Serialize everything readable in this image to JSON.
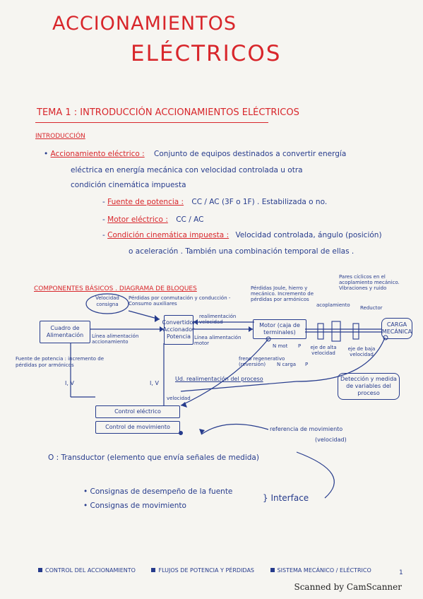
{
  "title": {
    "line1": "ACCIONAMIENTOS",
    "line2": "ELÉCTRICOS"
  },
  "tema": "TEMA 1 : INTRODUCCIÓN ACCIONAMIENTOS ELÉCTRICOS",
  "intro_heading": "INTRODUCCIÓN",
  "definition": {
    "term": "Accionamiento eléctrico :",
    "line1": "Conjunto de equipos destinados a convertir energía",
    "line2": "eléctrica en energía mecánica con velocidad controlada u otra",
    "line3": "condición cinemática impuesta"
  },
  "bullets": [
    {
      "term": "Fuente de potencia :",
      "text": "CC / AC (3F o 1F) . Estabilizada o no."
    },
    {
      "term": "Motor eléctrico :",
      "text": "CC / AC"
    },
    {
      "term": "Condición cinemática impuesta :",
      "text": "Velocidad controlada, ángulo (posición)"
    }
  ],
  "bullet3_cont": "o aceleración . También una combinación temporal de ellas .",
  "componentes_heading": "COMPONENTES BÁSICOS . DIAGRAMA DE BLOQUES",
  "diagram": {
    "velocidad_consigna": "Velocidad consigna",
    "perdidas_conmutacion": "Pérdidas por conmutación y conducción - Consumo auxiliares",
    "perdidas_motor": "Pérdidas Joule, hierro y mecánico. Incremento de pérdidas por armónicos",
    "pares_ciclicos": "Pares cíclicos en el acoplamiento mecánico. Vibraciones y ruido",
    "cuadro": "Cuadro de Alimentación",
    "conv_l1": "Convertidor",
    "conv_l2": "Accionador",
    "conv_l3": "Potencia",
    "realimentacion": "realimentación velocidad",
    "motor_box": "Motor (caja de terminales)",
    "acoplamiento": "acoplamiento",
    "reductor": "Reductor",
    "carga": "CARGA MECÁNICA",
    "linea_alim_conv": "Línea alimentación accionamiento",
    "linea_alim_motor": "Línea alimentación motor",
    "fuente_potencia_note": "Fuente de potencia : incremento de pérdidas por armónicos",
    "iv1": "I, V",
    "iv2": "I, V",
    "nmotor": "N mot",
    "p1": "P",
    "eje_alta": "eje de alta velocidad",
    "eje_baja": "eje de baja velocidad",
    "freno": "freno regenerativo (reversión)",
    "ncarga": "N carga",
    "p2": "P",
    "realim_proceso": "Ud. realimentación del proceso",
    "deteccion": "Detección y medida de variables del proceso",
    "velocidad": "velocidad",
    "control_electrico": "Control eléctrico",
    "control_movimiento": "Control de movimiento",
    "referencia": "referencia de movimiento",
    "referencia2": "(velocidad)"
  },
  "transductor": "O : Transductor (elemento que envía señales de medida)",
  "interface": {
    "item1": "Consignas de desempeño de la fuente",
    "item2": "Consignas de movimiento",
    "label": "} Interface"
  },
  "footer": {
    "item1": "CONTROL DEL ACCIONAMIENTO",
    "item2": "FLUJOS DE POTENCIA Y PÉRDIDAS",
    "item3": "SISTEMA MECÁNICO / ELÉCTRICO"
  },
  "page_number": "1",
  "scanner": "Scanned by CamScanner"
}
